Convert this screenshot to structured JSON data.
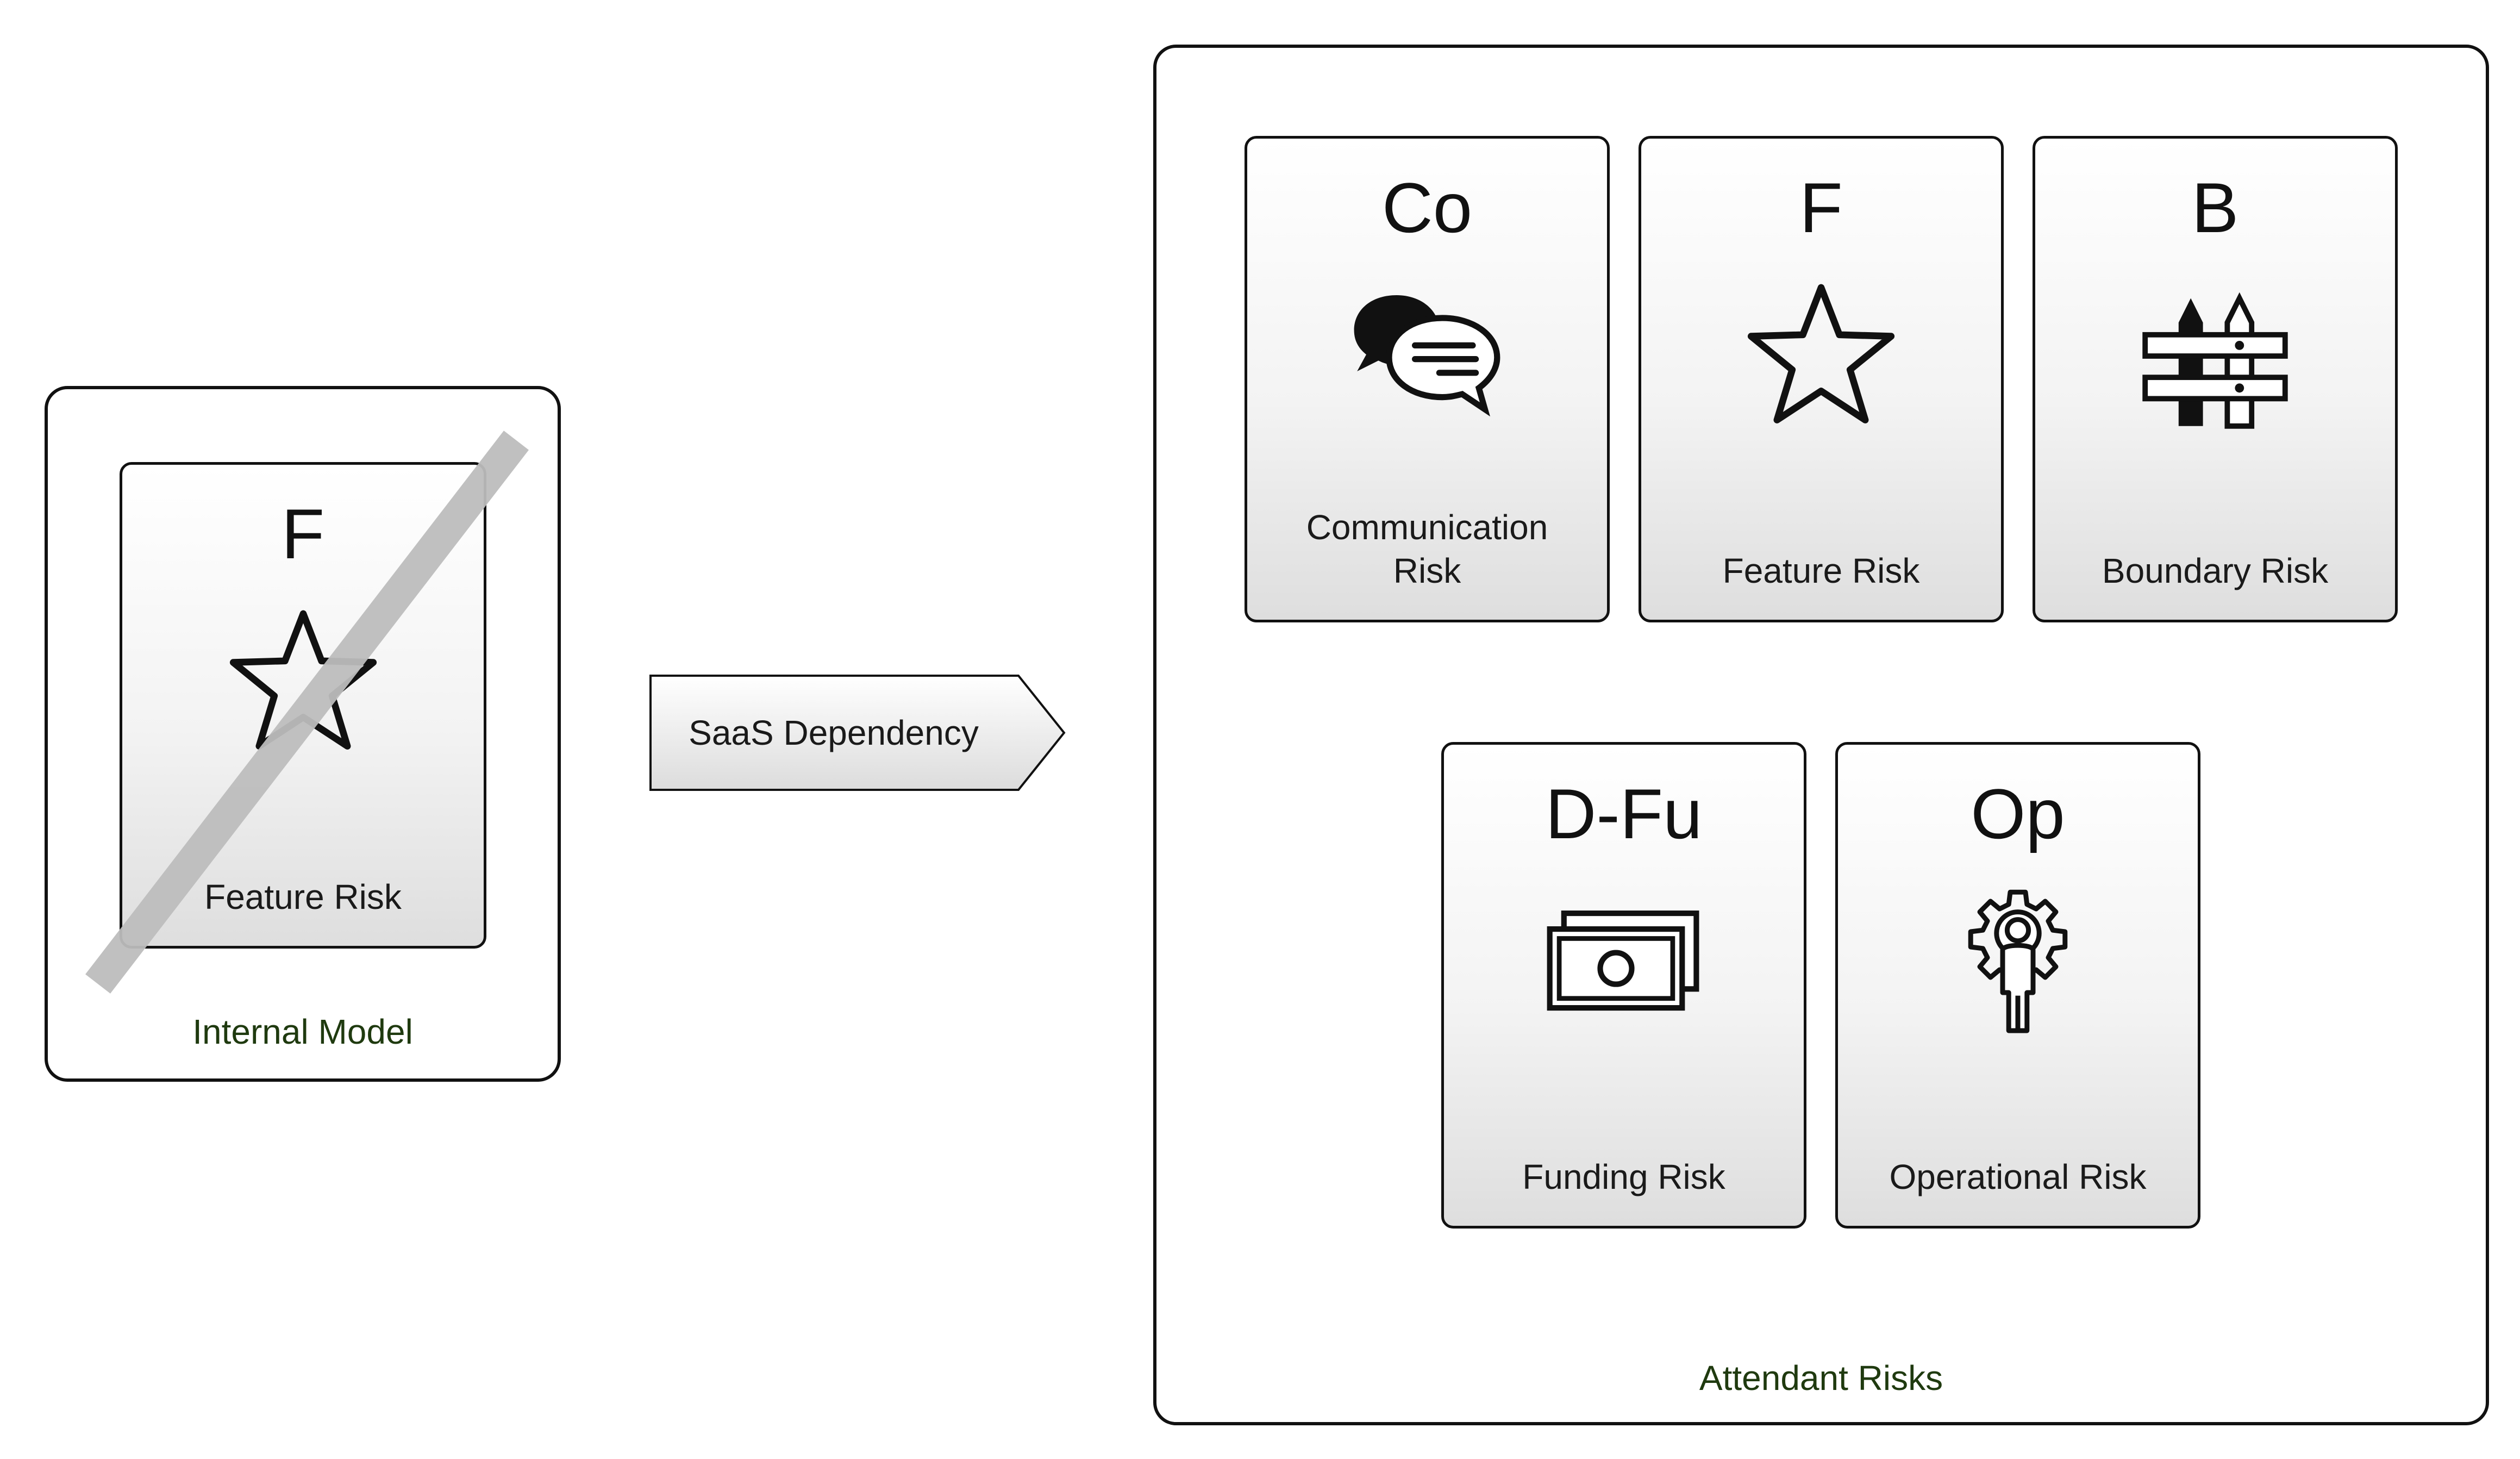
{
  "internal_model": {
    "label": "Internal Model",
    "card": {
      "abbr": "F",
      "name": "Feature Risk",
      "icon": "star-icon",
      "struck_through": true
    }
  },
  "dependency": {
    "label": "SaaS Dependency"
  },
  "attendant_risks": {
    "label": "Attendant Risks",
    "cards": [
      {
        "abbr": "Co",
        "name_line1": "Communication",
        "name_line2": "Risk",
        "icon": "speech-bubbles-icon"
      },
      {
        "abbr": "F",
        "name": "Feature Risk",
        "icon": "star-icon"
      },
      {
        "abbr": "B",
        "name": "Boundary Risk",
        "icon": "fence-icon"
      },
      {
        "abbr": "D-Fu",
        "name": "Funding Risk",
        "icon": "banknotes-icon"
      },
      {
        "abbr": "Op",
        "name": "Operational Risk",
        "icon": "gear-person-icon"
      }
    ]
  },
  "colors": {
    "container_label": "#1f3a0f",
    "strike": "#bdbdbd",
    "border": "#111111"
  }
}
